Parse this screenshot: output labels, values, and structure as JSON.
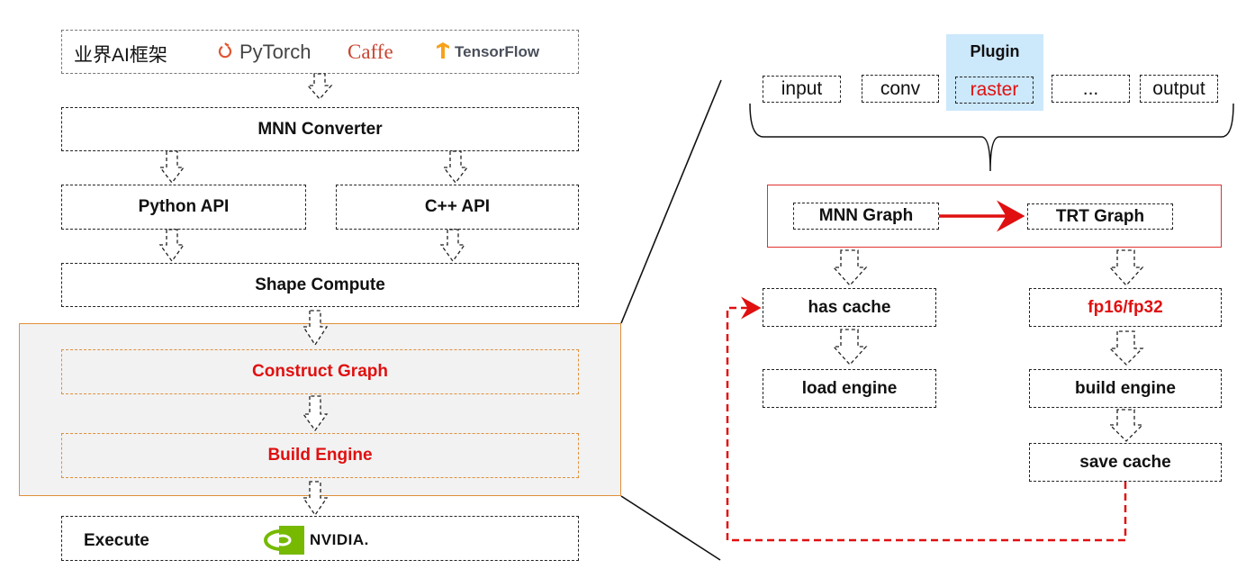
{
  "left": {
    "frameworks": {
      "label": "业界AI框架",
      "pytorch": "PyTorch",
      "caffe": "Caffe",
      "tensorflow": "TensorFlow"
    },
    "converter": "MNN Converter",
    "python_api": "Python API",
    "cpp_api": "C++ API",
    "shape_compute": "Shape Compute",
    "construct_graph": "Construct Graph",
    "build_engine": "Build Engine",
    "execute": "Execute",
    "nvidia": "NVIDIA."
  },
  "right": {
    "plugin_label": "Plugin",
    "ops": [
      "input",
      "conv",
      "raster",
      "...",
      "output"
    ],
    "mnn_graph": "MNN Graph",
    "trt_graph": "TRT Graph",
    "has_cache": "has cache",
    "load_engine": "load engine",
    "precision": "fp16/fp32",
    "build_engine": "build engine",
    "save_cache": "save cache"
  },
  "colors": {
    "highlight_red": "#e01010",
    "orange": "#e0903a",
    "plugin_blue": "#cce8fb",
    "nvidia_green": "#76b900"
  }
}
